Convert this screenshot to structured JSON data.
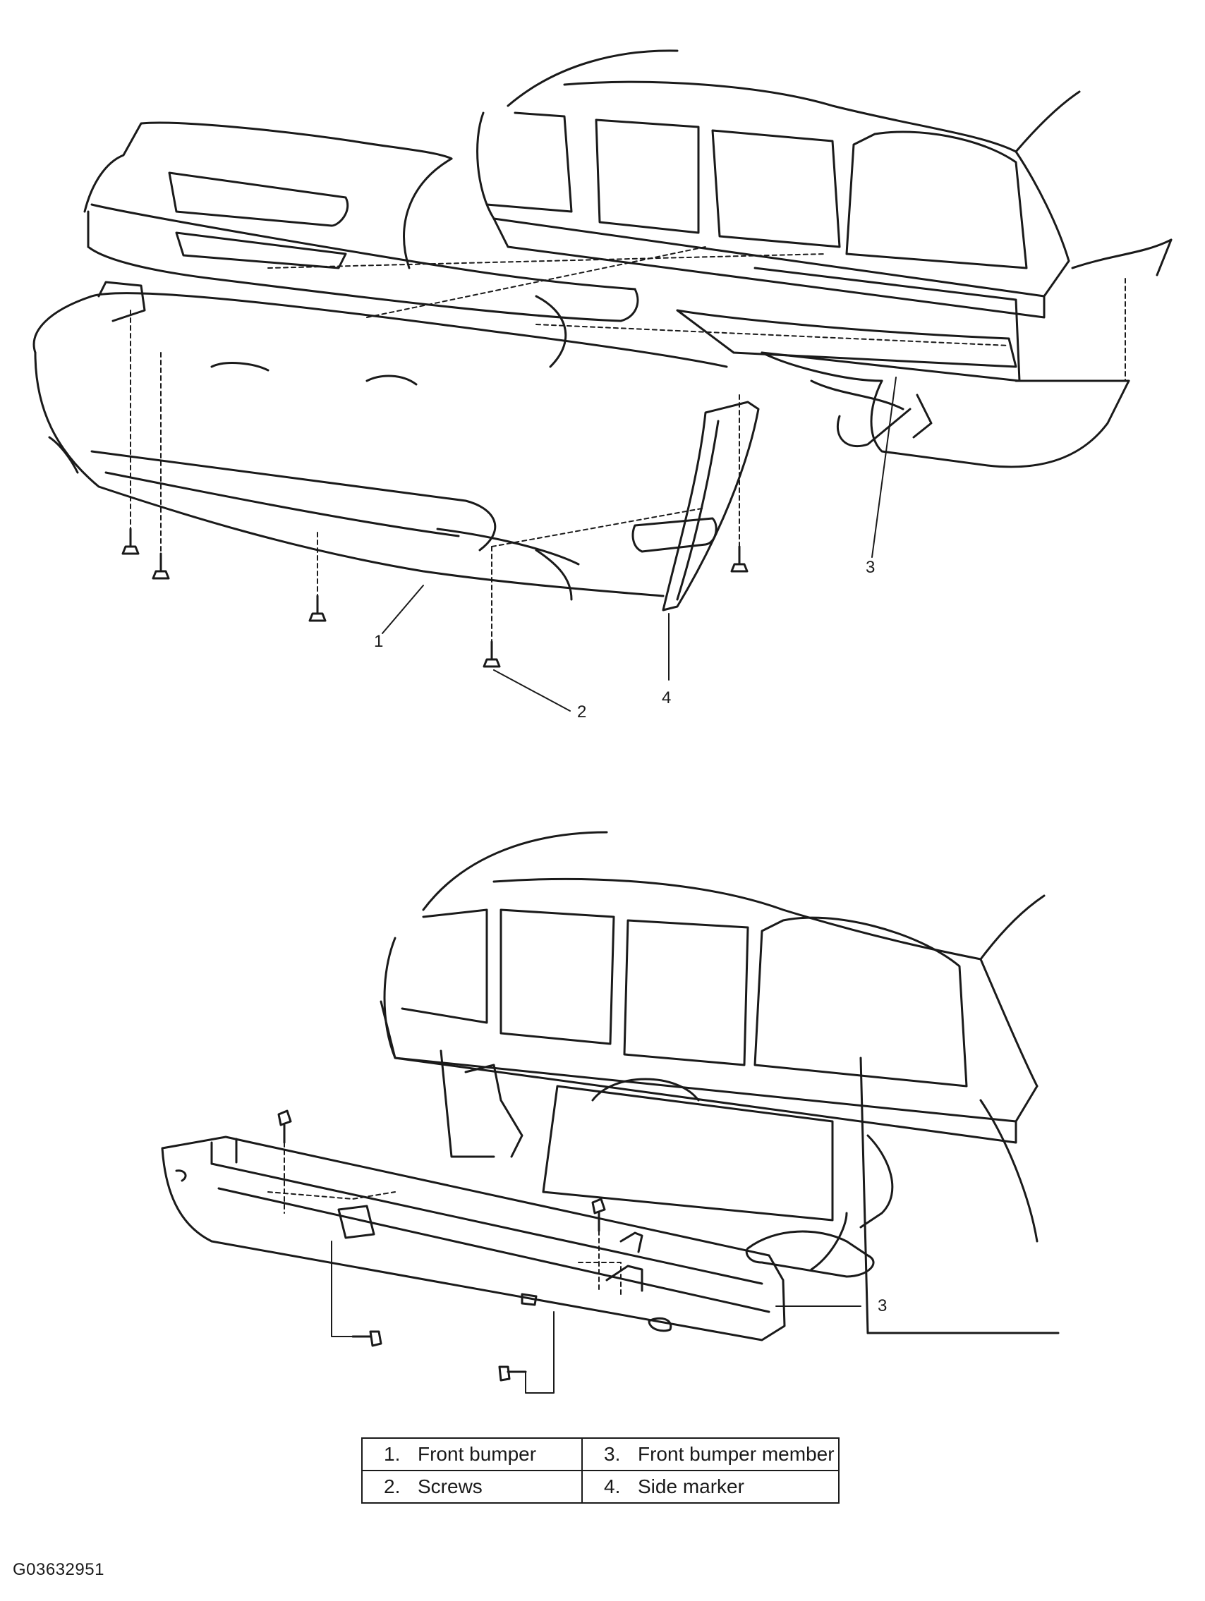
{
  "diagram": {
    "figure_id": "G03632951",
    "callouts": {
      "top": [
        {
          "num": "1",
          "part": "front-bumper"
        },
        {
          "num": "2",
          "part": "screws"
        },
        {
          "num": "3",
          "part": "front-bumper-member"
        },
        {
          "num": "4",
          "part": "side-marker"
        }
      ],
      "bottom": [
        {
          "num": "3",
          "part": "front-bumper-member"
        }
      ]
    },
    "legend": [
      [
        {
          "num": "1.",
          "label": "Front bumper"
        },
        {
          "num": "3.",
          "label": "Front bumper member"
        }
      ],
      [
        {
          "num": "2.",
          "label": "Screws"
        },
        {
          "num": "4.",
          "label": "Side marker"
        }
      ]
    ]
  },
  "colors": {
    "line": "#1a1a1a",
    "background": "#ffffff"
  }
}
